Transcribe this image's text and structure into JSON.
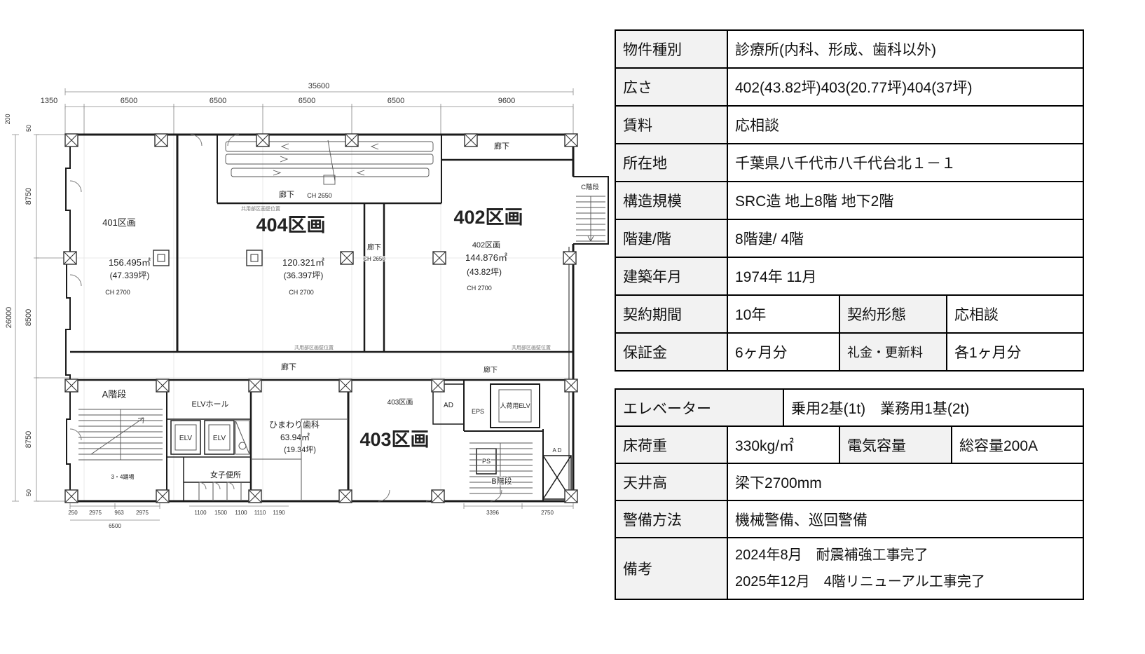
{
  "accent_color": "#E08E66",
  "plan": {
    "dim_top_total": "35600",
    "dim_top": [
      "1350",
      "6500",
      "6500",
      "6500",
      "6500",
      "9600"
    ],
    "dim_left_total": "26000",
    "dim_left_200": "200",
    "dim_left_50a": "50",
    "dim_left": [
      "8750",
      "8500",
      "8750"
    ],
    "dim_left_50b": "50",
    "dims_bottom_left": [
      "250",
      "2975",
      "963",
      "2975"
    ],
    "dims_bottom_left_total": "6500",
    "dims_bottom_mid": [
      "1100",
      "1500",
      "1100",
      "1110",
      "1190"
    ],
    "dims_bottom_right": [
      "3396",
      "2750"
    ],
    "unit401": {
      "name": "401区画",
      "area": "156.495㎡",
      "tsubo": "(47.339坪)",
      "ch": "CH 2700"
    },
    "unit404": {
      "name": "404区画",
      "area": "120.321㎡",
      "tsubo": "(36.397坪)",
      "ch": "CH 2700"
    },
    "unit402": {
      "name": "402区画",
      "sub": "402区画",
      "area": "144.876㎡",
      "tsubo": "(43.82坪)",
      "ch": "CH 2700"
    },
    "unit403": {
      "name": "403区画",
      "sub": "403区画"
    },
    "himawari": {
      "name": "ひまわり歯科",
      "area": "63.94㎡",
      "tsubo": "(19.34坪)"
    },
    "corridor_top": {
      "name": "廊下",
      "ch": "CH 2650"
    },
    "corridor_mid": {
      "name": "廊下",
      "ch": "CH 2650"
    },
    "corridor_right": "廊下",
    "corridor_bottom1": "廊下",
    "corridor_bottom2": "廊下",
    "stair_a": "A階段",
    "stair_b": "B階段",
    "stair_c": "C階段",
    "landing": "3・4踊場",
    "elv_hall": "ELVホール",
    "elv1": "ELV",
    "elv2": "ELV",
    "freight_elv": "人荷用ELV",
    "womens_wc": "女子便所",
    "ad1": "AD",
    "ad2": "A D",
    "eps": "EPS",
    "ps": "PS",
    "wall_note": "共用部区画壁位置"
  },
  "table1": {
    "rows": [
      {
        "label": "物件種別",
        "value": "診療所(内科、形成、歯科以外)"
      },
      {
        "label": "広さ",
        "value": "402(43.82坪)403(20.77坪)404(37坪)"
      },
      {
        "label": "賃料",
        "value": "応相談"
      },
      {
        "label": "所在地",
        "value": "千葉県八千代市八千代台北１－１"
      },
      {
        "label": "構造規模",
        "value": "SRC造  地上8階 地下2階"
      },
      {
        "label": "階建/階",
        "value": "8階建/ 4階"
      },
      {
        "label": "建築年月",
        "value": "1974年 11月"
      }
    ],
    "row8": {
      "label": "契約期間",
      "value": "10年",
      "label2": "契約形態",
      "value2": "応相談"
    },
    "row9": {
      "label": "保証金",
      "value": "6ヶ月分",
      "label2": "礼金・更新料",
      "value2": "各1ヶ月分"
    }
  },
  "table2": {
    "row1": {
      "label": "エレベーター",
      "value": "乗用2基(1t)　業務用1基(2t)"
    },
    "row2": {
      "label": "床荷重",
      "value": "330kg/㎡",
      "label2": "電気容量",
      "value2": "総容量200A"
    },
    "row3": {
      "label": "天井高",
      "value": "梁下2700mm"
    },
    "row4": {
      "label": "警備方法",
      "value": "機械警備、巡回警備"
    },
    "row5": {
      "label": "備考",
      "line1": "2024年8月　耐震補強工事完了",
      "line2": "2025年12月　4階リニューアル工事完了"
    }
  }
}
